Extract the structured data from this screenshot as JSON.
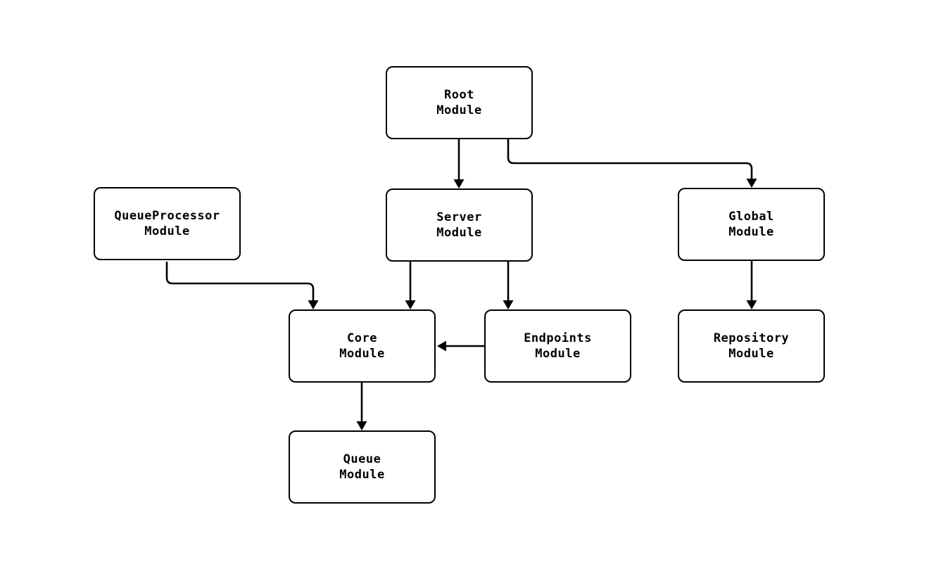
{
  "diagram": {
    "background_color": "#ffffff",
    "stroke_color": "#000000",
    "node_fill_color": "#ffffff",
    "text_color": "#000000"
  },
  "nodes": {
    "root": {
      "line1": "Root",
      "line2": "Module"
    },
    "queue_processor": {
      "line1": "QueueProcessor",
      "line2": "Module"
    },
    "server": {
      "line1": "Server",
      "line2": "Module"
    },
    "global": {
      "line1": "Global",
      "line2": "Module"
    },
    "core": {
      "line1": "Core",
      "line2": "Module"
    },
    "endpoints": {
      "line1": "Endpoints",
      "line2": "Module"
    },
    "repository": {
      "line1": "Repository",
      "line2": "Module"
    },
    "queue": {
      "line1": "Queue",
      "line2": "Module"
    }
  },
  "edges": [
    {
      "from": "Root Module",
      "to": "Server Module"
    },
    {
      "from": "Root Module",
      "to": "Global Module"
    },
    {
      "from": "QueueProcessor Module",
      "to": "Core Module"
    },
    {
      "from": "Server Module",
      "to": "Core Module"
    },
    {
      "from": "Server Module",
      "to": "Endpoints Module"
    },
    {
      "from": "Endpoints Module",
      "to": "Core Module"
    },
    {
      "from": "Global Module",
      "to": "Repository Module"
    },
    {
      "from": "Core Module",
      "to": "Queue Module"
    }
  ]
}
